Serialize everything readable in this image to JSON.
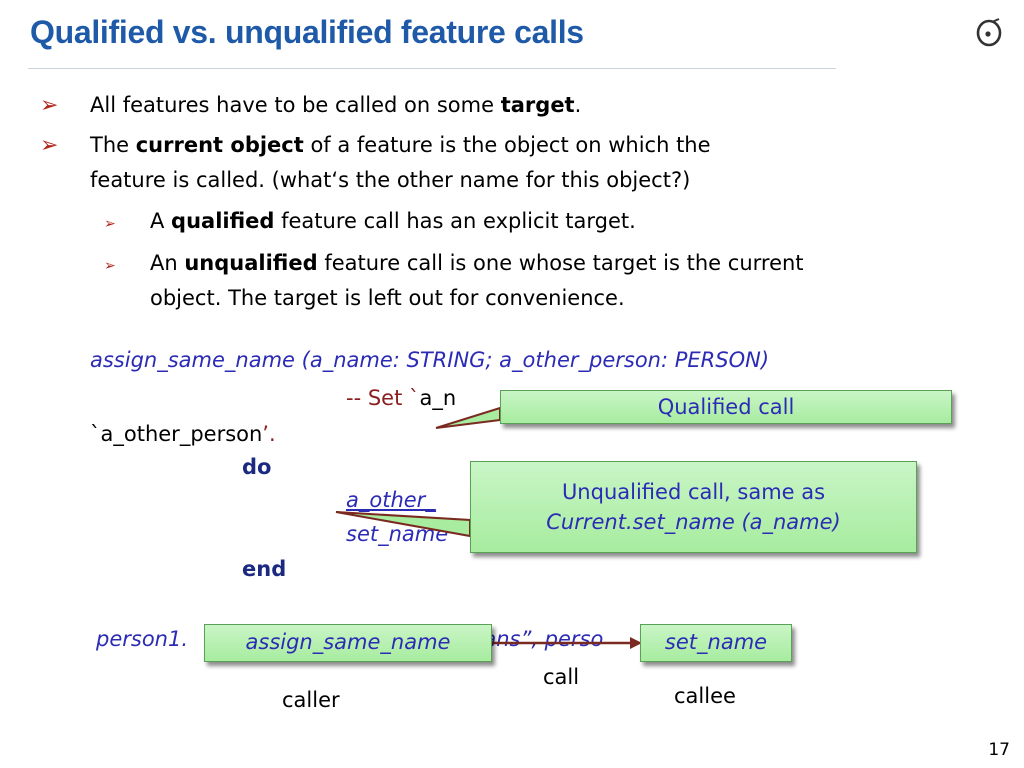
{
  "slide": {
    "title": "Qualified vs. unqualified feature calls",
    "page_number": "17"
  },
  "bullets": {
    "b1_pre": "All features have to be called on some ",
    "b1_bold": "target",
    "b1_post": ".",
    "b2_pre": "The ",
    "b2_bold": "current object",
    "b2_post_l1": " of a feature is the object on which the",
    "b2_post_l2": "feature is called. (what‘s the other name for this object?)",
    "s1_pre": "A ",
    "s1_bold": "qualified",
    "s1_post": " feature call has an explicit target.",
    "s2_pre": "An ",
    "s2_bold": "unqualified",
    "s2_post_l1": " feature call is one whose target is the current",
    "s2_post_l2": "object. The target is left out for convenience."
  },
  "code": {
    "signature": "assign_same_name (a_name: STRING; a_other_person: PERSON)",
    "comment_pre": "-- Set `",
    "comment_arg": "a_n",
    "comment_line2_tick": "`",
    "comment_line2_arg": "a_other_person",
    "comment_line2_end": "’.",
    "do_kw": "do",
    "stmt1_visible": "a_other_",
    "stmt2_visible": "set_name",
    "end_kw": "end",
    "call_prefix": "person1.",
    "call_middle": "dans”, perso"
  },
  "callouts": {
    "qualified": "Qualified call",
    "unqualified_l1": "Unqualified call, same as",
    "unqualified_l2": "Current.set_name (a_name)",
    "box_assign": "assign_same_name",
    "box_set": "set_name"
  },
  "labels": {
    "call": "call",
    "caller": "caller",
    "callee": "callee"
  },
  "colors": {
    "title": "#1f5aa8",
    "code_blue": "#2b2bb5",
    "comment_red": "#8b1f1f",
    "bullet_red": "#b2261b",
    "callout_green": "#b5efaf"
  }
}
